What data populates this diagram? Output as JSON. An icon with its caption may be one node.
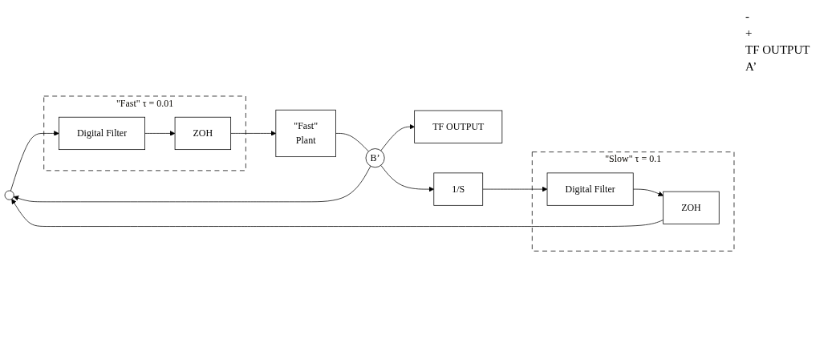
{
  "diagram": {
    "nodes": [
      {
        "text": [],
        "shape": "circle"
      },
      {
        "text": [
          "\"Fast\" τ = 0.01"
        ]
      },
      {
        "text": [
          "Digital Filter"
        ],
        "in": 1
      },
      {
        "text": [
          "ZOH"
        ],
        "in": 1
      },
      {
        "text": [
          "\"Fast\"",
          "Plant"
        ]
      },
      {
        "text": [
          "B’"
        ]
      },
      {
        "text": [
          "TF OUTPUT"
        ]
      },
      {
        "text": [
          "\"Slow\" τ = 0.1"
        ]
      },
      {
        "text": [
          "ZOH"
        ],
        "in": 7
      },
      {
        "text": [
          "Digital Filter"
        ],
        "in": 7
      },
      {
        "text": [
          "1/S"
        ]
      }
    ],
    "edges": [
      {
        "from": 0,
        "to": 2,
        "arrow": "to"
      },
      {
        "from": 2,
        "to": 3,
        "arrow": "to"
      },
      {
        "from": 3,
        "to": 4,
        "arrow": "to"
      },
      {
        "from": 4,
        "to": 5,
        "arrow": "none"
      },
      {
        "from": 5,
        "to": 6,
        "arrow": "to"
      },
      {
        "from": 5,
        "to": 10,
        "arrow": "to"
      },
      {
        "from": 10,
        "to": 9,
        "arrow": "to"
      },
      {
        "from": 9,
        "to": 8,
        "arrow": "to"
      },
      {
        "from": 8,
        "to": 0,
        "arrow": "to"
      },
      {
        "from": 5,
        "to": 0,
        "arrow": "to"
      }
    ],
    "labels": [
      "-",
      "+",
      "TF OUTPUT",
      "A’"
    ]
  }
}
